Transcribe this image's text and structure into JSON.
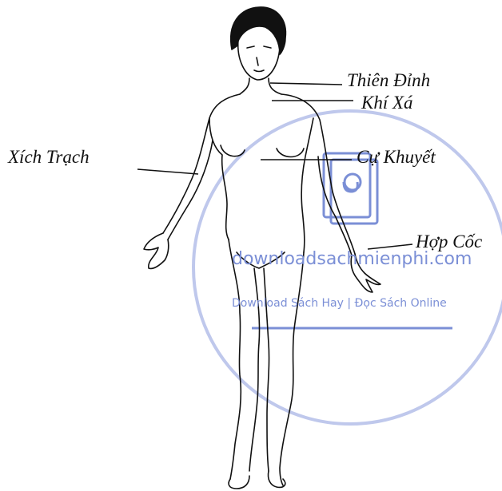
{
  "labels": {
    "thien_dinh": "Thiên Đỉnh",
    "khi_xa": "Khí Xá",
    "xich_trach": "Xích Trạch",
    "cu_khuyet": "Cự Khuyết",
    "hop_coc": "Hợp Cốc"
  },
  "watermark": {
    "site": "downloadsachmienphi.com",
    "tagline": "Download Sách Hay | Đọc Sách Online",
    "color": "#7b8fd6",
    "icon": "ebook-at-icon"
  },
  "colors": {
    "ink": "#111111",
    "background": "#ffffff"
  }
}
